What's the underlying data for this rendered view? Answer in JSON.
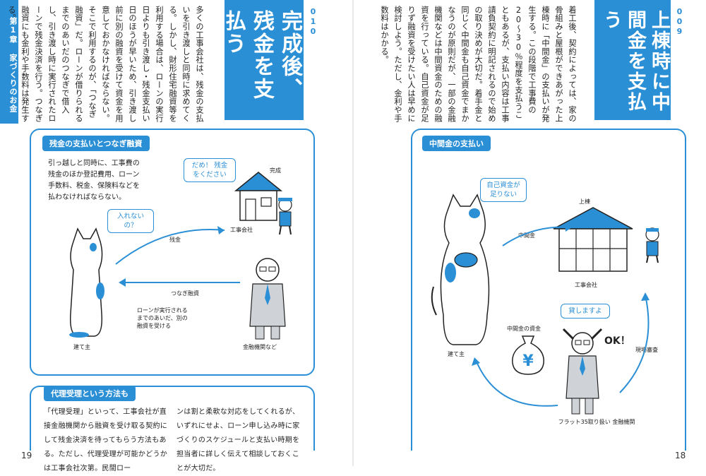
{
  "left_page": {
    "chapter_tab": "第1章 家づくりのお金",
    "section_number": "010",
    "title": "完成後、残金を支払う",
    "body": "多くの工事会社は、残金の支払いを引き渡しと同時に求めてくる。しかし、財形住宅融資等を利用する場合は、ローンの実行日よりも引き渡し・残金支払い日のほうが早いため、引き渡し前に別の融資を受けて資金を用意しておかなければならない。そこで利用するのが、「つなぎ融資」だ。ローンが借りられるまでのあいだのつなぎで借入し、引き渡し時に実行されたローンで残金決済を行う。つなぎ融資にも金利や手数料は発生する。",
    "panel1": {
      "tag": "残金の支払いとつなぎ融資",
      "note": "引っ越しと同時に、工事費の残金のほか登記費用、ローン手数料、税金、保険料などを払わなければならない。",
      "label_kansei": "完成",
      "label_koji": "工事会社",
      "label_tateshu": "建て主",
      "label_kinyu": "金融機関など",
      "label_zankin": "残金",
      "label_tsunagi": "つなぎ融資",
      "bubble_dame": "だめ！ 残金をください",
      "bubble_ireru": "入れないの？",
      "note_loan": "ローンが実行される までのあいだ、別の 融資を受ける"
    },
    "panel2": {
      "tag": "代理受理という方法も",
      "col1": "「代理受理」といって、工事会社が直接金融機関から融資を受け取る契約にして残金決済を待ってもらう方法もある。ただし、代理受理が可能かどうかは工事会社次第。民間ロー",
      "col2": "ンは割と柔軟な対応をしてくれるが、いずれにせよ、ローン申し込み時に家づくりのスケジュールと支払い時期を担当者に詳しく伝えて相談しておくことが大切だ。"
    },
    "page_number": "19"
  },
  "right_page": {
    "section_number": "009",
    "title": "上棟時に中間金を支払う",
    "body": "着工後、契約によっては、家の骨組みと屋根ができあがった上棟時に「中間金」の支払いが発生する。この段階で工事費の20〜30％程度を支払うこともあるが、支払い内容は工事請負契約に明記されるので始めの取り決めが大切だ。着手金と同じく中間金も自己資金でまかなうのが原則だが、一部の金融機関などは中間資金のための融資を行っている。自己資金が足りず融資を受けたい人は早めに検討しよう。ただし、金利や手数料はかかる。",
    "panel": {
      "tag": "中間金の支払い",
      "bubble_jiko": "自己資金が 足りない",
      "bubble_kashi": "貸しますよ",
      "label_joto": "上棟",
      "label_chukan": "中間金",
      "label_koji": "工事会社",
      "label_tateshu": "建て主",
      "label_chukan_shikin": "中間金の資金",
      "label_kinyu": "フラット35取り扱い 金融機関",
      "label_shinsa": "現場審査",
      "label_ok": "OK！",
      "label_yen": "¥"
    },
    "page_number": "18"
  },
  "colors": {
    "accent": "#2b8fd6",
    "text": "#222222"
  }
}
